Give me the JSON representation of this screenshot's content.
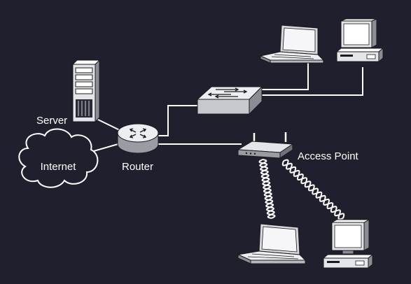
{
  "diagram": {
    "labels": {
      "server": "Server",
      "internet": "Internet",
      "router": "Router",
      "access_point": "Access Point"
    },
    "colors": {
      "background": "#1f1f2d",
      "device_light": "#ffffff",
      "device_mid": "#cfd0d6",
      "device_dark": "#8b8c94",
      "outline": "#1a1a1a"
    },
    "nodes": [
      {
        "id": "internet",
        "kind": "cloud",
        "icon": "cloud-icon"
      },
      {
        "id": "server",
        "kind": "tower-server",
        "icon": "server-icon"
      },
      {
        "id": "router",
        "kind": "router",
        "icon": "router-icon"
      },
      {
        "id": "switch",
        "kind": "switch",
        "icon": "switch-icon"
      },
      {
        "id": "laptop-top",
        "kind": "laptop",
        "icon": "laptop-icon"
      },
      {
        "id": "desktop-top",
        "kind": "desktop",
        "icon": "desktop-icon"
      },
      {
        "id": "access-point",
        "kind": "wireless-access-point",
        "icon": "access-point-icon"
      },
      {
        "id": "laptop-bottom",
        "kind": "laptop",
        "icon": "laptop-icon"
      },
      {
        "id": "desktop-bottom",
        "kind": "desktop",
        "icon": "desktop-icon"
      }
    ],
    "connections": [
      {
        "from": "internet",
        "to": "router",
        "type": "wired"
      },
      {
        "from": "server",
        "to": "router",
        "type": "wired"
      },
      {
        "from": "router",
        "to": "switch",
        "type": "wired"
      },
      {
        "from": "router",
        "to": "access-point",
        "type": "wired"
      },
      {
        "from": "switch",
        "to": "laptop-top",
        "type": "wired"
      },
      {
        "from": "switch",
        "to": "desktop-top",
        "type": "wired"
      },
      {
        "from": "access-point",
        "to": "laptop-bottom",
        "type": "wireless"
      },
      {
        "from": "access-point",
        "to": "desktop-bottom",
        "type": "wireless"
      }
    ]
  }
}
